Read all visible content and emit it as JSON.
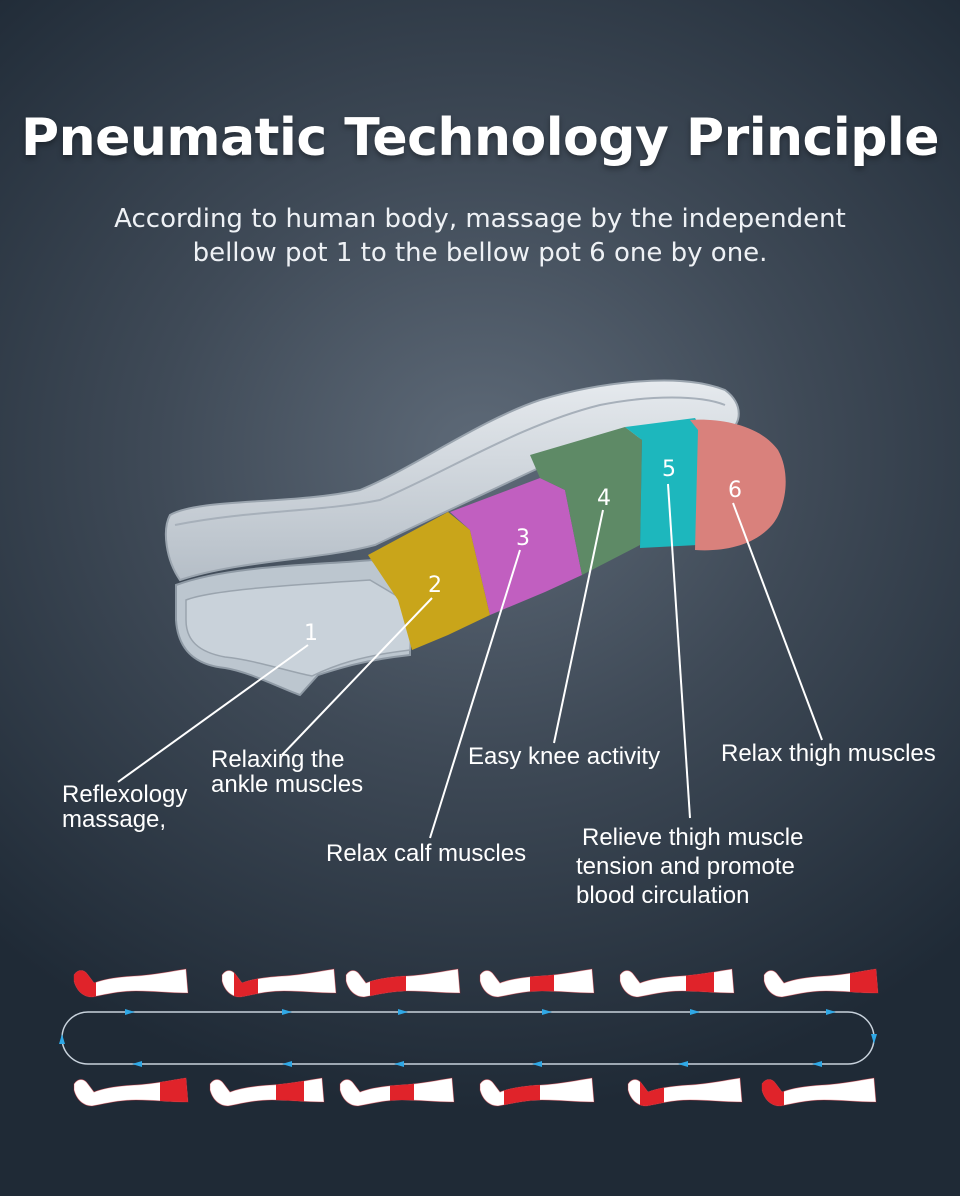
{
  "title": "Pneumatic Technology Principle",
  "subtitle_lines": [
    "According to human body, massage by the independent",
    "bellow pot 1 to the bellow pot 6 one by one."
  ],
  "chambers": [
    {
      "number": "1",
      "color": "#c9d2da"
    },
    {
      "number": "2",
      "color": "#c9a51a"
    },
    {
      "number": "3",
      "color": "#c15fc0"
    },
    {
      "number": "4",
      "color": "#5e8a66"
    },
    {
      "number": "5",
      "color": "#1db7bd"
    },
    {
      "number": "6",
      "color": "#d9817c"
    }
  ],
  "labels": {
    "reflexology": [
      "Reflexology",
      "massage,"
    ],
    "ankle": [
      "Relaxing the",
      "ankle muscles"
    ],
    "calf": [
      "Relax calf muscles"
    ],
    "knee": [
      "Easy knee activity"
    ],
    "thigh_tension": [
      "Relieve thigh muscle",
      "tension and promote",
      "blood circulation"
    ],
    "thigh": [
      "Relax thigh muscles"
    ]
  },
  "colors": {
    "highlight": "#e0232a",
    "leg": "#ffffff",
    "loop": "#c8d2dc",
    "arrow": "#2fa8e6"
  }
}
